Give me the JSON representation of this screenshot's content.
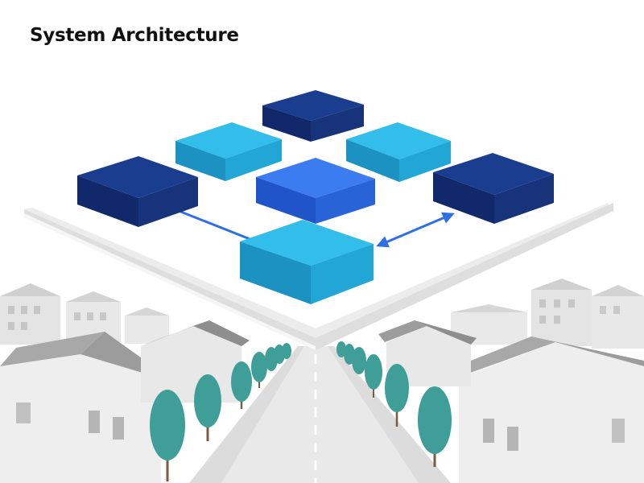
{
  "title": "System Architecture",
  "colors": {
    "dark_block": "#1b3d8f",
    "medium_block": "#2f6fe6",
    "light_block": "#29b3e3",
    "arrow": "#2f6fe6",
    "tree": "#3f9e98",
    "house": "#a9a9a9",
    "platform": "#ececec"
  },
  "diagram": {
    "nodes": [
      {
        "id": "back",
        "tone": "dark"
      },
      {
        "id": "left-upper",
        "tone": "light"
      },
      {
        "id": "right-upper",
        "tone": "light"
      },
      {
        "id": "left",
        "tone": "dark"
      },
      {
        "id": "center",
        "tone": "medium"
      },
      {
        "id": "right",
        "tone": "dark"
      },
      {
        "id": "front",
        "tone": "light"
      }
    ],
    "edges": [
      {
        "from": "left",
        "to": "front",
        "style": "line"
      },
      {
        "from": "front",
        "to": "right",
        "style": "double-arrow"
      }
    ]
  },
  "background": {
    "scene": "street with houses and trees",
    "icons": [
      "house-icon",
      "tree-icon",
      "road-icon"
    ]
  }
}
